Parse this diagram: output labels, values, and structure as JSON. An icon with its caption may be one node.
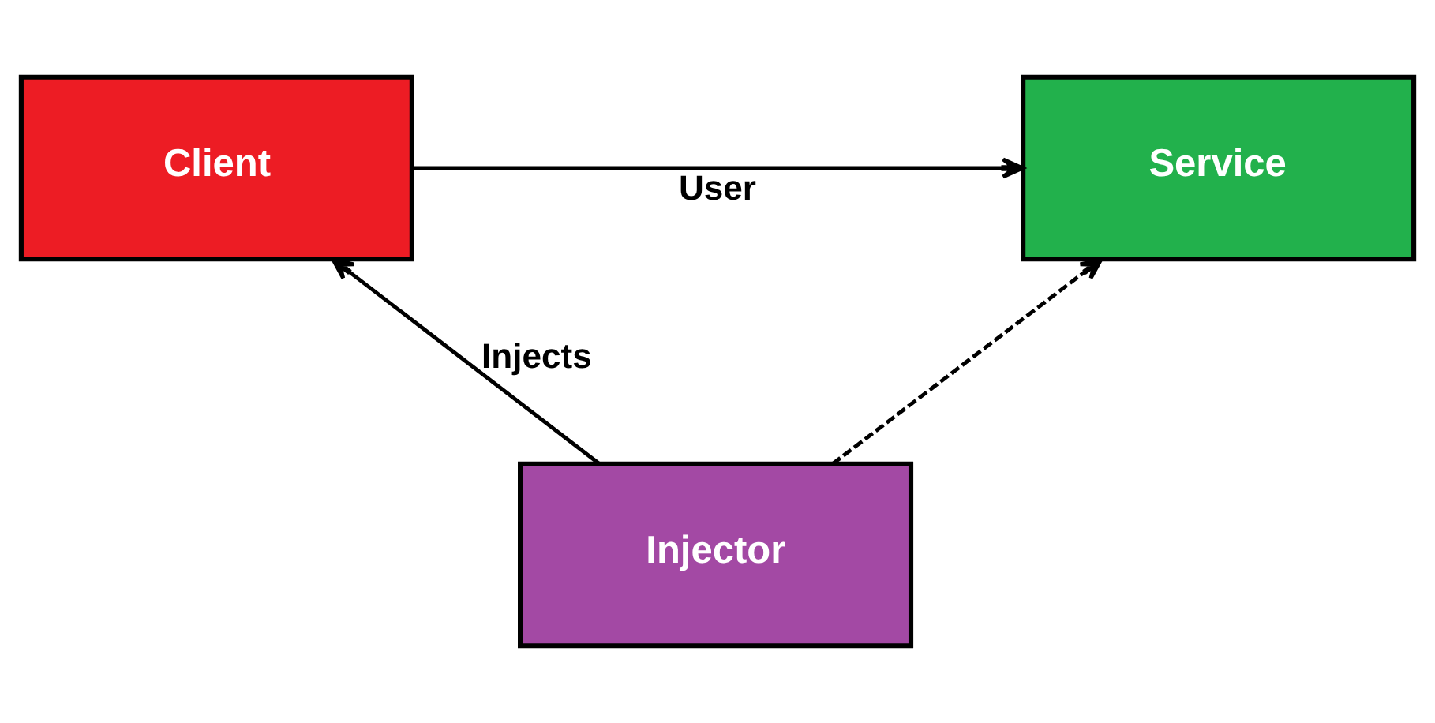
{
  "diagram": {
    "nodes": [
      {
        "text": [
          "Client"
        ]
      },
      {
        "text": [
          "Service"
        ]
      },
      {
        "text": [
          "Injector"
        ]
      }
    ],
    "edges": [
      {
        "from": 0,
        "to": 1,
        "arrow": "to",
        "label": "User"
      },
      {
        "from": 2,
        "to": 0,
        "arrow": "to",
        "label": "Injects"
      },
      {
        "from": 2,
        "to": 1,
        "arrow": "to",
        "style": "dashed"
      }
    ]
  }
}
